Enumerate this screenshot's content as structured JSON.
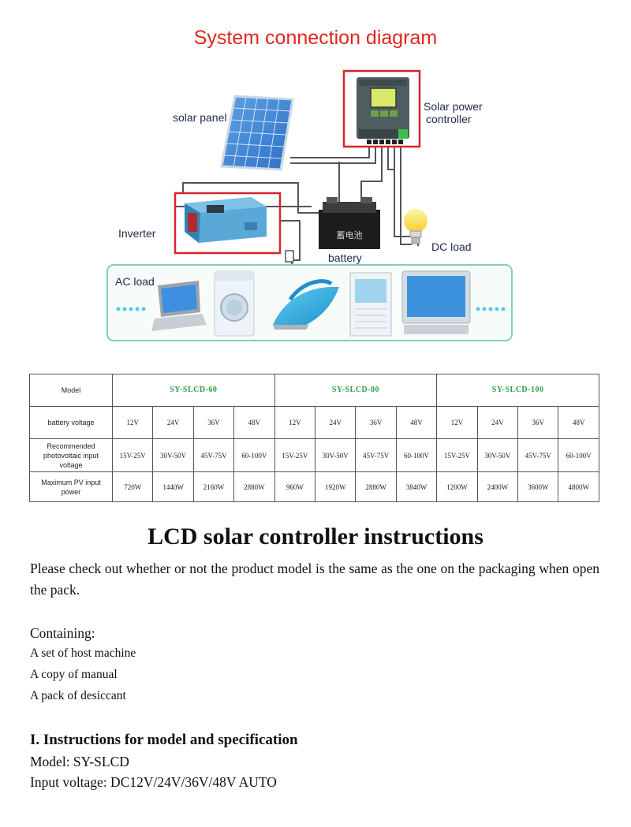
{
  "diagram": {
    "title": "System connection diagram",
    "labels": {
      "solar_panel": "solar panel",
      "controller_line1": "Solar power",
      "controller_line2": "controller",
      "inverter": "Inverter",
      "battery": "battery",
      "dc_load": "DC load",
      "ac_load": "AC load"
    },
    "battery_marking": "蓄电池",
    "colors": {
      "title": "#e0261f",
      "highlight_box": "#d8232a",
      "wire": "#555555",
      "ac_frame": "#7fd1b5",
      "dots": "#56c8e8"
    },
    "icons": [
      "solar-panel-icon",
      "controller-icon",
      "inverter-icon",
      "battery-icon",
      "bulb-icon",
      "laptop-icon",
      "washing-machine-icon",
      "iron-icon",
      "air-conditioner-icon",
      "monitor-icon"
    ]
  },
  "spec_table": {
    "model_label": "Model",
    "models": [
      "SY-SLCD-60",
      "SY-SLCD-80",
      "SY-SLCD-100"
    ],
    "battery_voltage_label": "battery voltage",
    "battery_voltages": [
      "12V",
      "24V",
      "36V",
      "48V",
      "12V",
      "24V",
      "36V",
      "48V",
      "12V",
      "24V",
      "36V",
      "48V"
    ],
    "pv_input_label_lines": [
      "Recommended",
      "photovoltaic input",
      "voltage"
    ],
    "pv_input_voltages": [
      "15V-25V",
      "30V-50V",
      "45V-75V",
      "60-100V",
      "15V-25V",
      "30V-50V",
      "45V-75V",
      "60-100V",
      "15V-25V",
      "30V-50V",
      "45V-75V",
      "60-100V"
    ],
    "max_power_label_lines": [
      "Maximum PV input",
      "power"
    ],
    "max_powers": [
      "720W",
      "1440W",
      "2160W",
      "2880W",
      "960W",
      "1920W",
      "2880W",
      "3840W",
      "1200W",
      "2400W",
      "3600W",
      "4800W"
    ],
    "model_color": "#2e9e3a"
  },
  "document": {
    "title": "LCD solar controller instructions",
    "intro": "Please check out whether or not the product model is the same as the one on the packaging when open the pack.",
    "containing_heading": "Containing:",
    "containing_items": [
      "A set of host machine",
      "A copy of manual",
      "A pack of desiccant"
    ],
    "section1_heading": "I. Instructions for model and specification",
    "model_line": "Model: SY-SLCD",
    "input_voltage_line": "Input voltage: DC12V/24V/36V/48V AUTO"
  }
}
